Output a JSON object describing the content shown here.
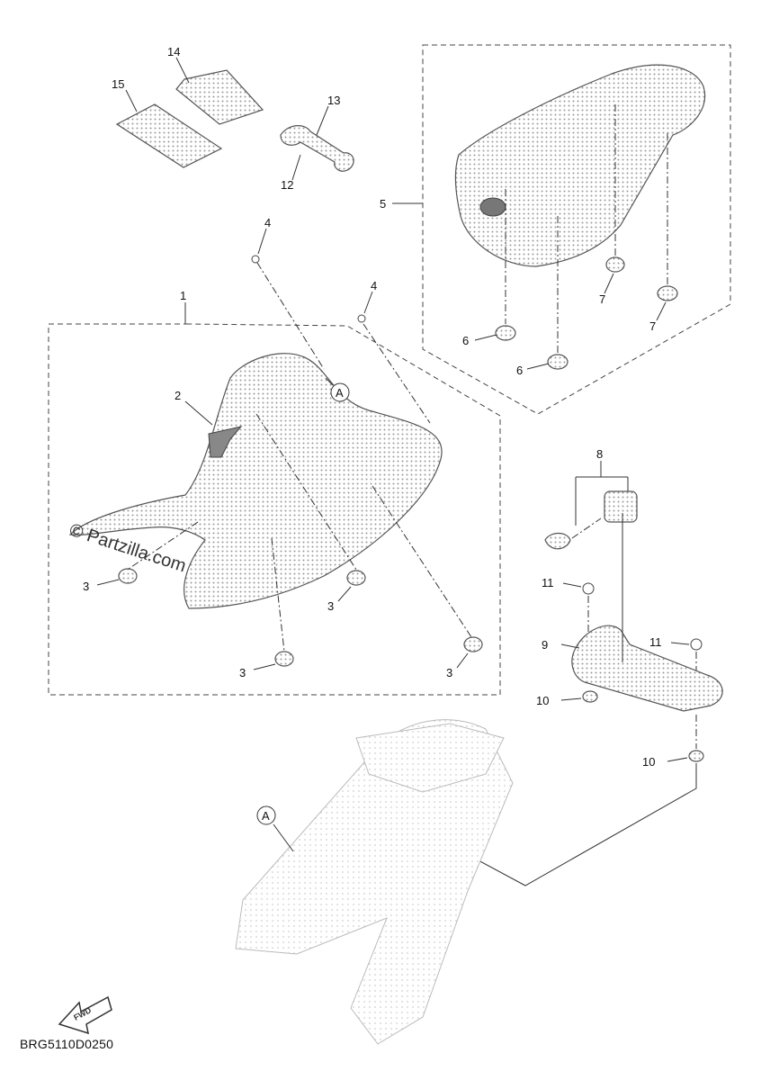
{
  "labels": {
    "p1": "1",
    "p2": "2",
    "p3a": "3",
    "p3b": "3",
    "p3c": "3",
    "p3d": "3",
    "p4a": "4",
    "p4b": "4",
    "p5": "5",
    "p6a": "6",
    "p6b": "6",
    "p7a": "7",
    "p7b": "7",
    "p8": "8",
    "p9": "9",
    "p10a": "10",
    "p10b": "10",
    "p11a": "11",
    "p11b": "11",
    "p12": "12",
    "p13": "13",
    "p14": "14",
    "p15": "15"
  },
  "refs": {
    "a1": "A",
    "a2": "A"
  },
  "watermark": "© Partzilla.com",
  "fwd": "FWD",
  "diagram_code": "BRG5110D0250"
}
